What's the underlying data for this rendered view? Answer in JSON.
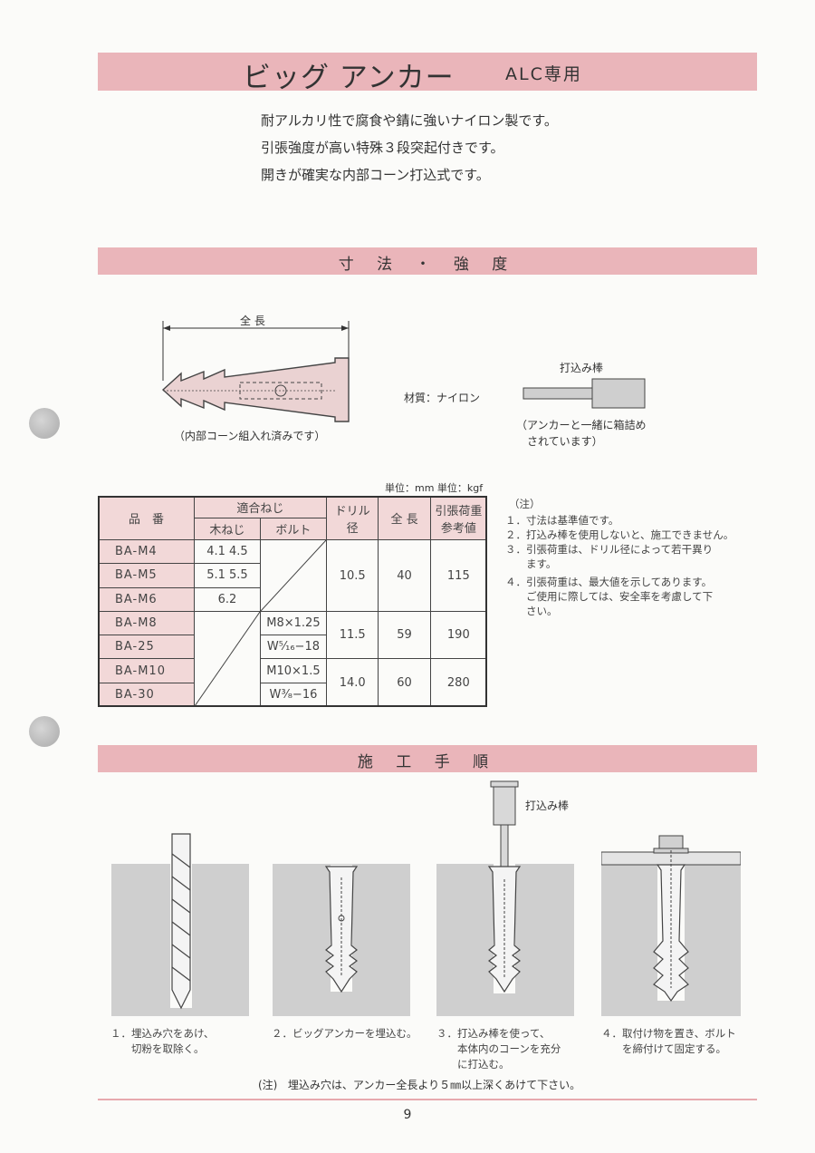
{
  "header": {
    "title": "ビッグ アンカー",
    "subtitle": "ALC専用"
  },
  "features": [
    "耐アルカリ性で腐食や錆に強いナイロン製です。",
    "引張強度が高い特殊３段突起付きです。",
    "開きが確実な内部コーン打込式です。"
  ],
  "sections": {
    "dimensions": "寸 法 ・ 強 度",
    "procedure": "施 工 手 順"
  },
  "diagram": {
    "length_label": "全 長",
    "caption_anchor": "（内部コーン組入れ済みです）",
    "material": "材質：ナイロン",
    "rod_label": "打込み棒",
    "rod_caption_1": "（アンカーと一緒に箱詰め",
    "rod_caption_2": "されています）"
  },
  "units": "単位：mm  単位：kgf",
  "table": {
    "headers": {
      "part": "品　番",
      "screw": "適合ねじ",
      "wood": "木ねじ",
      "bolt": "ボルト",
      "drill_1": "ドリル",
      "drill_2": "径",
      "length": "全 長",
      "load_1": "引張荷重",
      "load_2": "参考値"
    },
    "parts": [
      "BA-M4",
      "BA-M5",
      "BA-M6",
      "BA-M8",
      "BA-25",
      "BA-M10",
      "BA-30"
    ],
    "wood": [
      "4.1  4.5",
      "5.1  5.5",
      "6.2"
    ],
    "bolt": [
      "M8×1.25",
      "W⁵⁄₁₆−18",
      "M10×1.5",
      "W³⁄₈−16"
    ],
    "groups": [
      {
        "drill": "10.5",
        "length": "40",
        "load": "115"
      },
      {
        "drill": "11.5",
        "length": "59",
        "load": "190"
      },
      {
        "drill": "14.0",
        "length": "60",
        "load": "280"
      }
    ]
  },
  "notes": {
    "heading": "（注）",
    "items": [
      "１．寸法は基準値です。",
      "２．打込み棒を使用しないと、施工できません。",
      "３．引張荷重は、ドリル径によって若干異り",
      "　　ます。",
      "４．引張荷重は、最大値を示してあります。",
      "　　ご使用に際しては、安全率を考慮して下",
      "　　さい。"
    ]
  },
  "procedure": {
    "rod_label": "打込み棒",
    "steps": [
      {
        "line1": "１．埋込み穴をあけ、",
        "line2": "　　切粉を取除く。",
        "line3": ""
      },
      {
        "line1": "２．ビッグアンカーを埋込む。",
        "line2": "",
        "line3": ""
      },
      {
        "line1": "３．打込み棒を使って、",
        "line2": "　　本体内のコーンを充分",
        "line3": "　　に打込む。"
      },
      {
        "line1": "４．取付け物を置き、ボルト",
        "line2": "　　を締付けて固定する。",
        "line3": ""
      }
    ],
    "footnote_label": "(注)",
    "footnote": "埋込み穴は、アンカー全長より５㎜以上深くあけて下さい。"
  },
  "page_number": "9",
  "colors": {
    "band": "#eab5ba",
    "table_header": "#f2d8d8",
    "ground": "#cfcfcf"
  }
}
